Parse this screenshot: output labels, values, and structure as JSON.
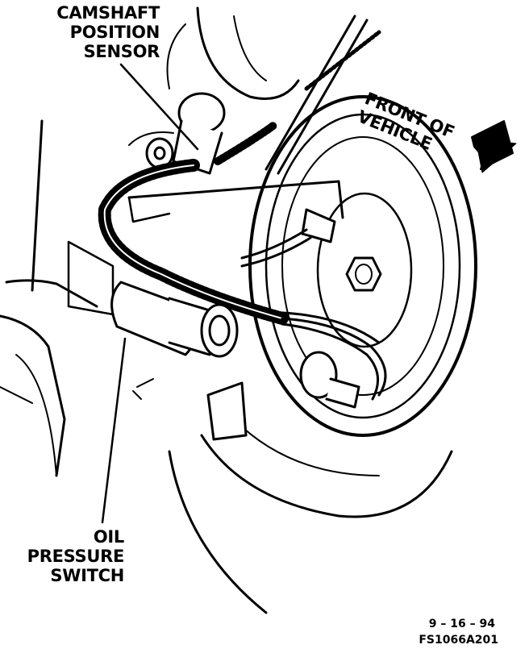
{
  "labels": {
    "camshaft_sensor": [
      "CAMSHAFT",
      "POSITION",
      "SENSOR"
    ],
    "front_of_vehicle": [
      "FRONT OF",
      "VEHICLE"
    ],
    "oil_pressure_switch": [
      "OIL",
      "PRESSURE",
      "SWITCH"
    ]
  },
  "footer": {
    "date": "9 – 16 – 94",
    "figure_id": "FS1066A201"
  },
  "colors": {
    "ink": "#000000",
    "paper": "#ffffff"
  }
}
